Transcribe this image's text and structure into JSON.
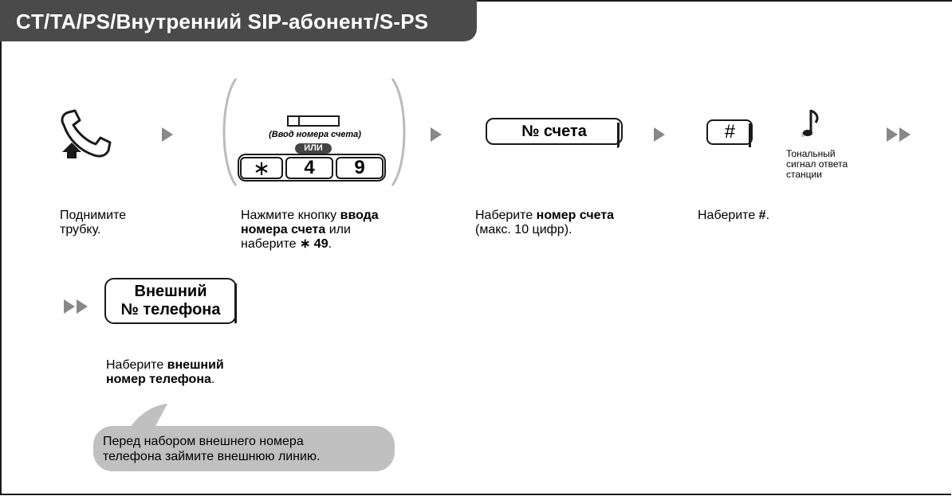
{
  "header": {
    "title": "CT/TA/PS/Внутренний SIP-абонент/S-PS"
  },
  "step1": {
    "description_line1": "Поднимите",
    "description_line2": "трубку."
  },
  "step2": {
    "button_caption": "(Ввод номера счета)",
    "or_label": "ИЛИ",
    "key_star": "∗",
    "key_4": "4",
    "key_9": "9",
    "desc_a": "Нажмите кнопку ",
    "desc_b": "ввода",
    "desc_c": "номера счета",
    "desc_d": " или",
    "desc_e": "наберите ",
    "desc_f": "∗ 49",
    "desc_g": "."
  },
  "step3": {
    "key_label": "№ счета",
    "desc_a": "Наберите ",
    "desc_b": "номер счета",
    "desc_c": "(макс. 10 цифр)."
  },
  "step4": {
    "key_label": "#",
    "tone_line1": "Тональный",
    "tone_line2": "сигнал ответа",
    "tone_line3": "станции",
    "desc_a": "Наберите ",
    "desc_b": "#",
    "desc_c": "."
  },
  "step5": {
    "key_line1": "Внешний",
    "key_line2": "№ телефона",
    "desc_a": "Наберите ",
    "desc_b": "внешний",
    "desc_c": "номер телефона",
    "desc_d": "."
  },
  "note": {
    "line1": "Перед набором внешнего номера",
    "line2": "телефона займите внешнюю линию."
  },
  "colors": {
    "header_bg": "#4a4a4a",
    "arrow": "#888888",
    "bubble": "#c0c0c0"
  }
}
